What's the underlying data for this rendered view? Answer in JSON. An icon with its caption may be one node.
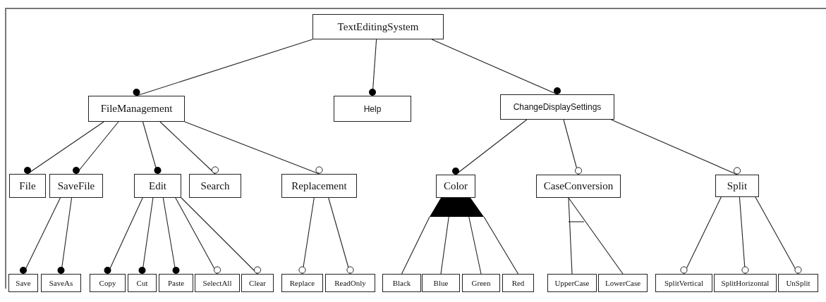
{
  "diagram": {
    "nodes": [
      {
        "text": [
          "TextEditingSystem"
        ]
      },
      {
        "text": [
          "FileManagement"
        ]
      },
      {
        "text": [
          "Help"
        ]
      },
      {
        "text": [
          "ChangeDisplaySettings"
        ]
      },
      {
        "text": [
          "File"
        ]
      },
      {
        "text": [
          "SaveFile"
        ]
      },
      {
        "text": [
          "Edit"
        ]
      },
      {
        "text": [
          "Search"
        ]
      },
      {
        "text": [
          "Replacement"
        ]
      },
      {
        "text": [
          "Color"
        ]
      },
      {
        "text": [
          "CaseConversion"
        ]
      },
      {
        "text": [
          "Split"
        ]
      },
      {
        "text": [
          "Save"
        ]
      },
      {
        "text": [
          "SaveAs"
        ]
      },
      {
        "text": [
          "Copy"
        ]
      },
      {
        "text": [
          "Cut"
        ]
      },
      {
        "text": [
          "Paste"
        ]
      },
      {
        "text": [
          "SelectAll"
        ]
      },
      {
        "text": [
          "Clear"
        ]
      },
      {
        "text": [
          "Replace"
        ]
      },
      {
        "text": [
          "ReadOnly"
        ]
      },
      {
        "text": [
          "Black"
        ]
      },
      {
        "text": [
          "Blue"
        ]
      },
      {
        "text": [
          "Green"
        ]
      },
      {
        "text": [
          "Red"
        ]
      },
      {
        "text": [
          "UpperCase"
        ]
      },
      {
        "text": [
          "LowerCase"
        ]
      },
      {
        "text": [
          "SplitVertical"
        ]
      },
      {
        "text": [
          "SplitHorizontal"
        ]
      },
      {
        "text": [
          "UnSplit"
        ]
      },
      {
        "text": [],
        "shape": "trapezoid"
      }
    ],
    "edges": [
      {
        "from": 0,
        "to": 1,
        "arrow": "other"
      },
      {
        "from": 0,
        "to": 2,
        "arrow": "other"
      },
      {
        "from": 0,
        "to": 3,
        "arrow": "other"
      },
      {
        "from": 1,
        "to": 4,
        "arrow": "other"
      },
      {
        "from": 1,
        "to": 5,
        "arrow": "other"
      },
      {
        "from": 1,
        "to": 6,
        "arrow": "other"
      },
      {
        "from": 1,
        "to": 7,
        "arrow": "other"
      },
      {
        "from": 1,
        "to": 8,
        "arrow": "other"
      },
      {
        "from": 3,
        "to": 9,
        "arrow": "other"
      },
      {
        "from": 3,
        "to": 10,
        "arrow": "other"
      },
      {
        "from": 3,
        "to": 11,
        "arrow": "other"
      },
      {
        "from": 5,
        "to": 12,
        "arrow": "other"
      },
      {
        "from": 5,
        "to": 13,
        "arrow": "other"
      },
      {
        "from": 6,
        "to": 14,
        "arrow": "other"
      },
      {
        "from": 6,
        "to": 15,
        "arrow": "other"
      },
      {
        "from": 6,
        "to": 16,
        "arrow": "other"
      },
      {
        "from": 6,
        "to": 17,
        "arrow": "other"
      },
      {
        "from": 6,
        "to": 18,
        "arrow": "other"
      },
      {
        "from": 8,
        "to": 19,
        "arrow": "other"
      },
      {
        "from": 8,
        "to": 20,
        "arrow": "other"
      },
      {
        "from": 30,
        "to": 21,
        "arrow": "none"
      },
      {
        "from": 30,
        "to": 22,
        "arrow": "none"
      },
      {
        "from": 30,
        "to": 23,
        "arrow": "none"
      },
      {
        "from": 30,
        "to": 24,
        "arrow": "none"
      },
      {
        "from": 10,
        "to": 25,
        "arrow": "none"
      },
      {
        "from": 10,
        "to": 26,
        "arrow": "none"
      },
      {
        "from": 11,
        "to": 27,
        "arrow": "other"
      },
      {
        "from": 11,
        "to": 28,
        "arrow": "other"
      },
      {
        "from": 11,
        "to": 29,
        "arrow": "other"
      }
    ]
  }
}
